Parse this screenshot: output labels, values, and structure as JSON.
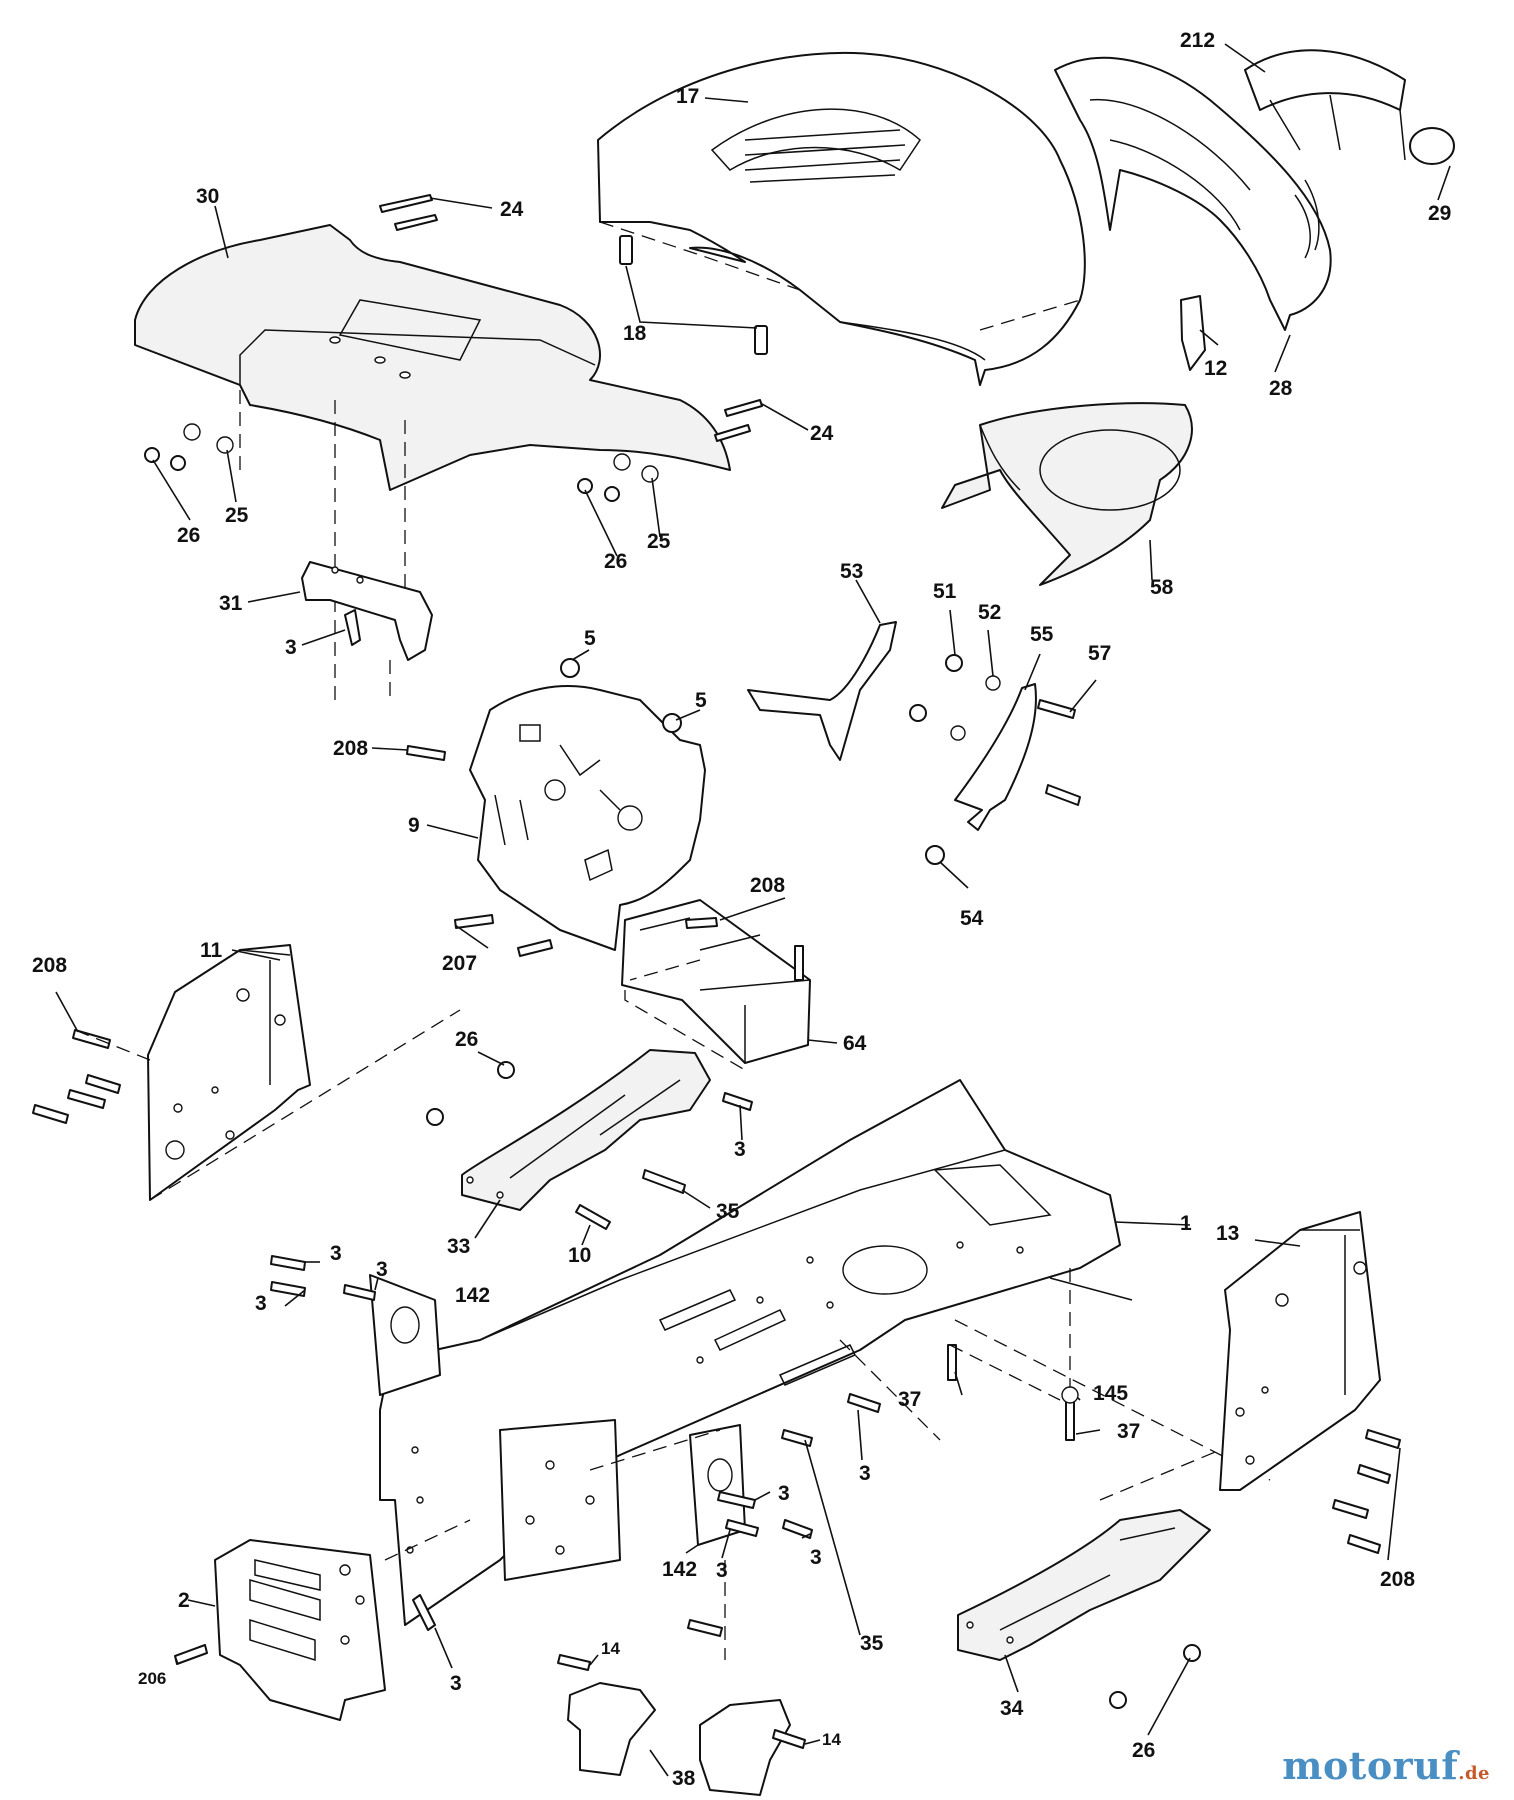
{
  "diagram": {
    "callouts": {
      "c17": "17",
      "c212": "212",
      "c29": "29",
      "c12": "12",
      "c28": "28",
      "c18": "18",
      "c30": "30",
      "c24a": "24",
      "c24b": "24",
      "c25a": "25",
      "c26a": "26",
      "c25b": "25",
      "c26b": "26",
      "c58": "58",
      "c31": "31",
      "c3a": "3",
      "c53": "53",
      "c51": "51",
      "c52": "52",
      "c55": "55",
      "c57": "57",
      "c5a": "5",
      "c5b": "5",
      "c208a": "208",
      "c9": "9",
      "c54": "54",
      "c208b": "208",
      "c207": "207",
      "c11": "11",
      "c208c": "208",
      "c64": "64",
      "c26c": "26",
      "c3b": "3",
      "c35a": "35",
      "c33": "33",
      "c10": "10",
      "c1": "1",
      "c13": "13",
      "c3c": "3",
      "c3d": "3",
      "c3e": "3",
      "c142a": "142",
      "c37a": "37",
      "c145": "145",
      "c37b": "37",
      "c3f": "3",
      "c3g": "3",
      "c3h": "3",
      "c142b": "142",
      "c3i": "3",
      "c2": "2",
      "c208d": "208",
      "c206": "206",
      "c3j": "3",
      "c35b": "35",
      "c14a": "14",
      "c14b": "14",
      "c38": "38",
      "c34": "34",
      "c26d": "26"
    }
  },
  "watermark": {
    "name": "motoruf",
    "tld": ".de"
  }
}
